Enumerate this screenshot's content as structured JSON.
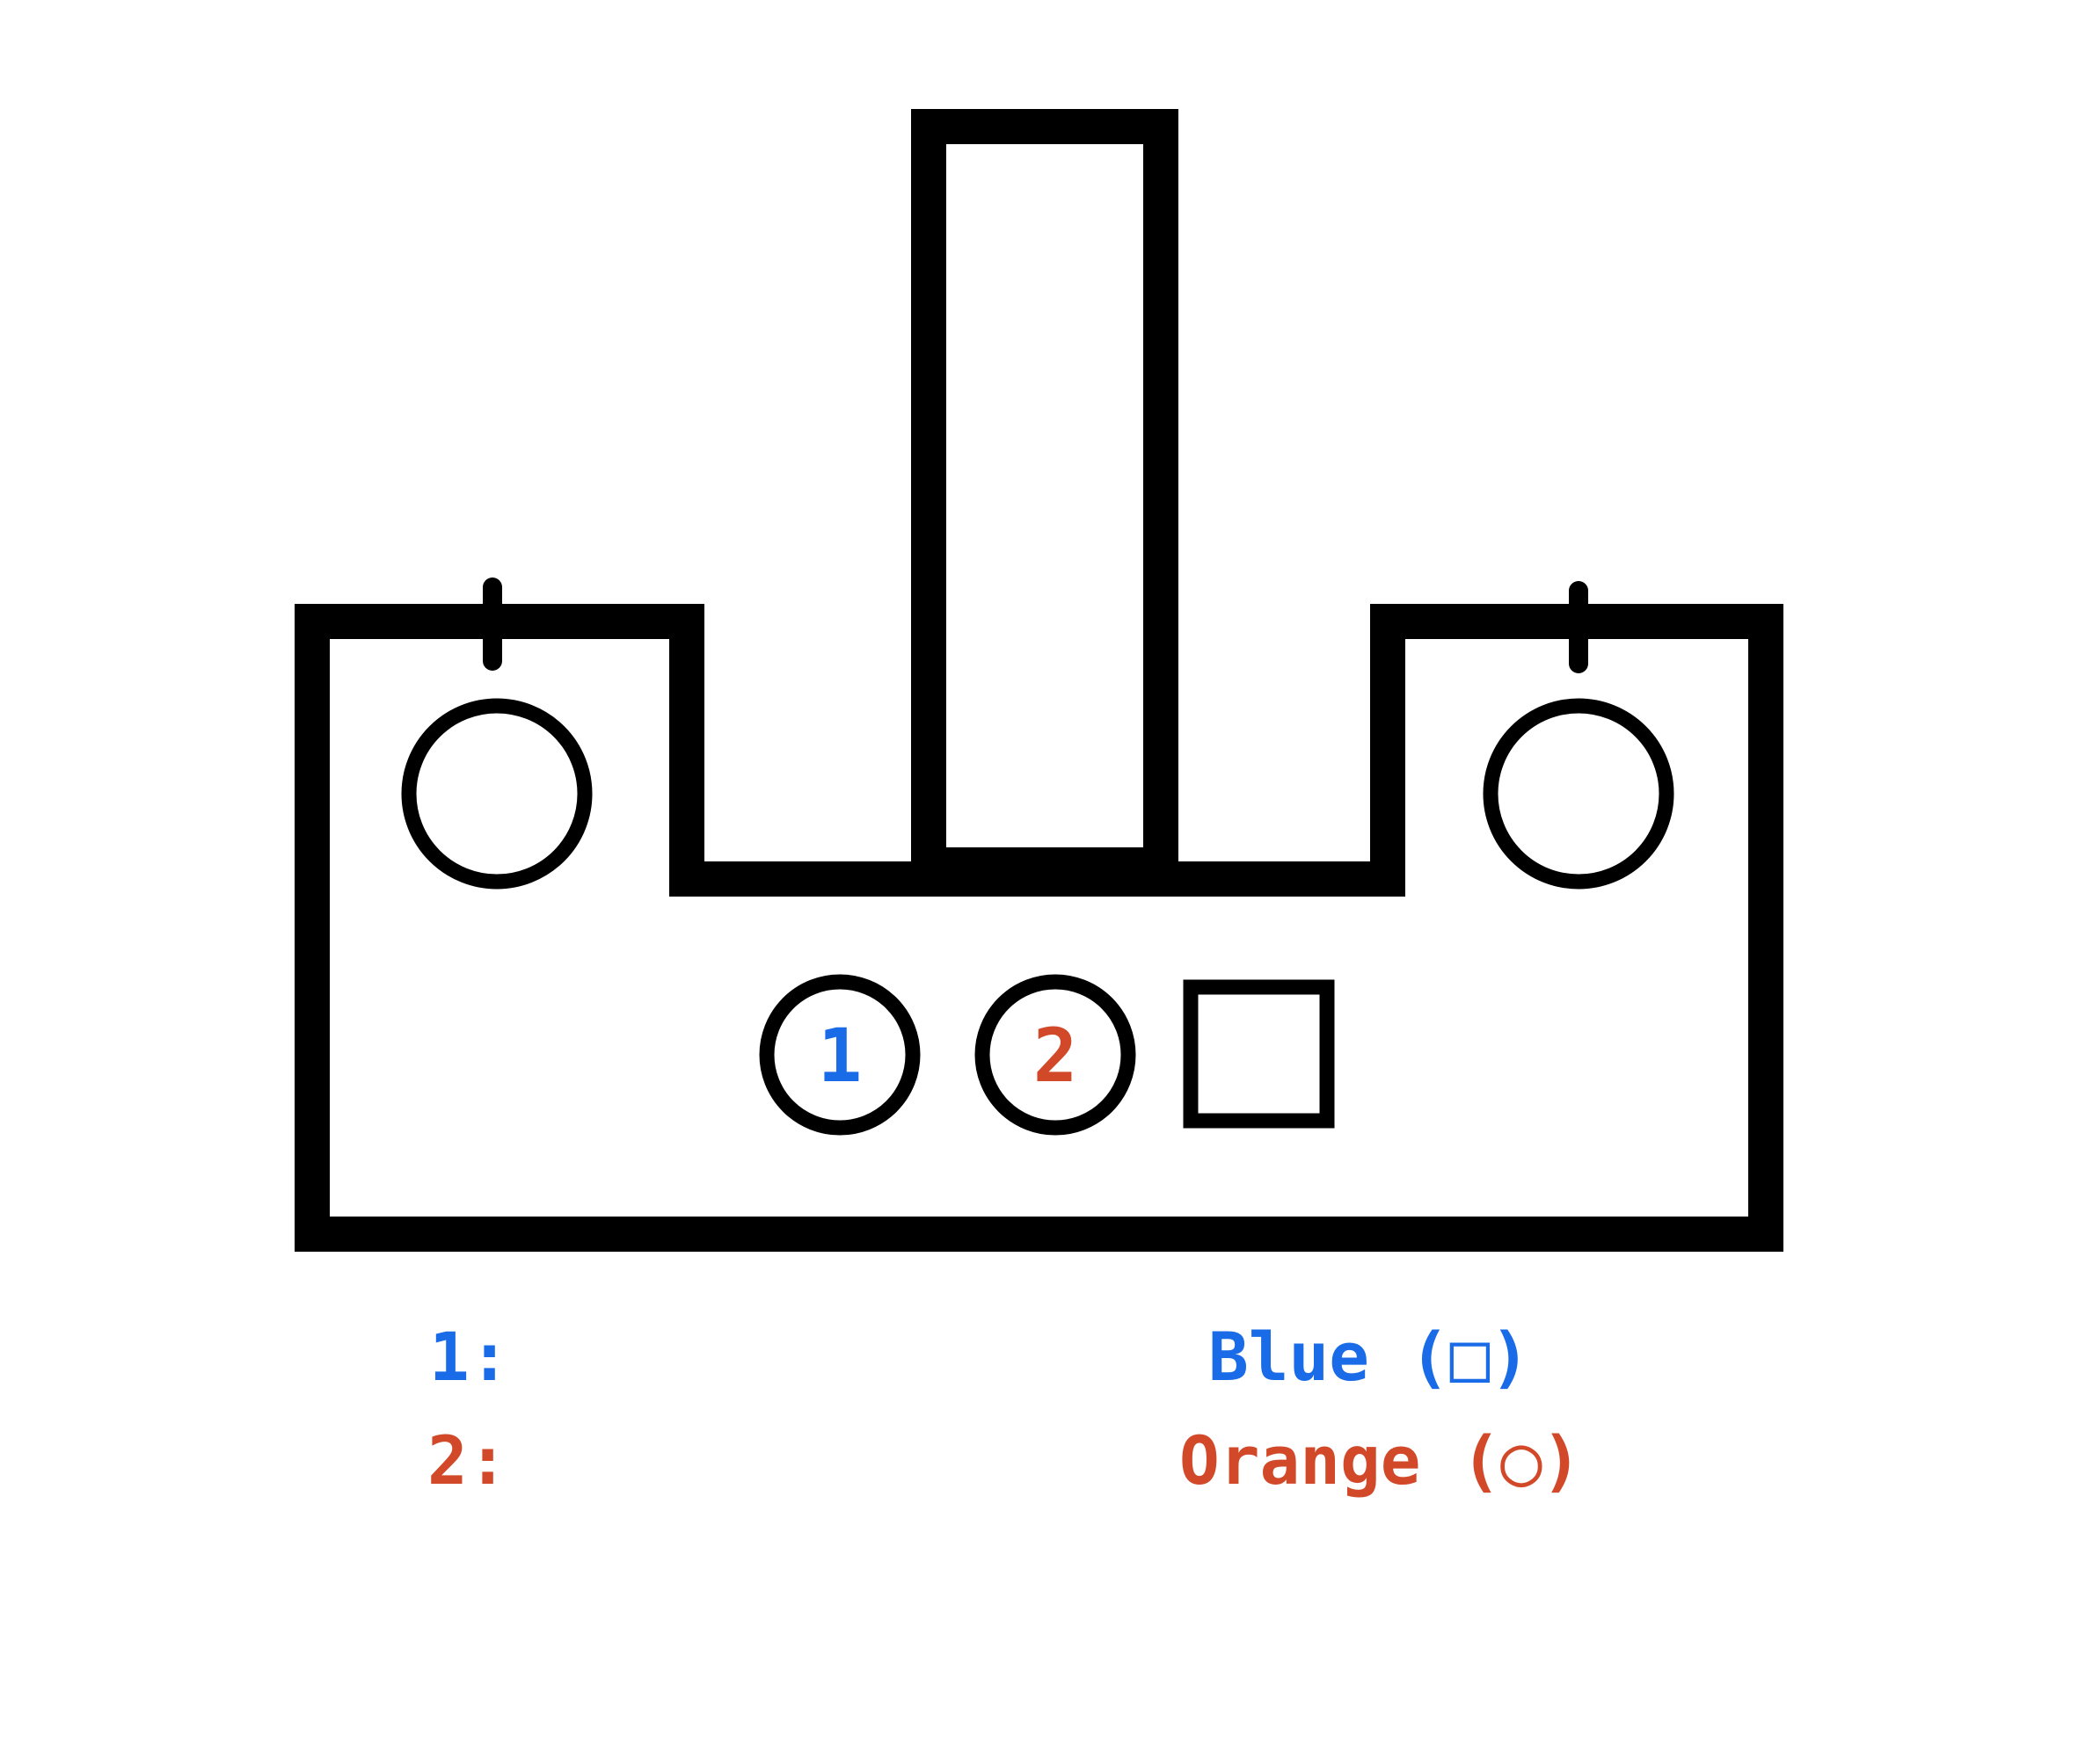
{
  "colors": {
    "blue": "#1a6be8",
    "orange": "#d2492a",
    "stroke": "#000000",
    "background": "#ffffff"
  },
  "slots": [
    {
      "id": "1",
      "label": "1",
      "color": "#1a6be8"
    },
    {
      "id": "2",
      "label": "2",
      "color": "#d2492a"
    }
  ],
  "legend": [
    {
      "key": "1:",
      "value": "Blue (□)",
      "color": "#1a6be8"
    },
    {
      "key": "2:",
      "value": "Orange (◯)",
      "color": "#d2492a"
    }
  ]
}
